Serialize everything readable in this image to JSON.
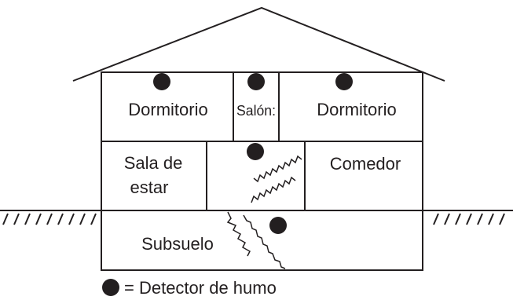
{
  "rooms": {
    "bedroom_left": "Dormitorio",
    "hallway": "Salón:",
    "bedroom_right": "Dormitorio",
    "living_room_line1": "Sala de",
    "living_room_line2": "estar",
    "dining_room": "Comedor",
    "basement": "Subsuelo"
  },
  "legend": {
    "label": "= Detector de humo"
  },
  "colors": {
    "ink": "#231f20",
    "background": "#ffffff"
  }
}
